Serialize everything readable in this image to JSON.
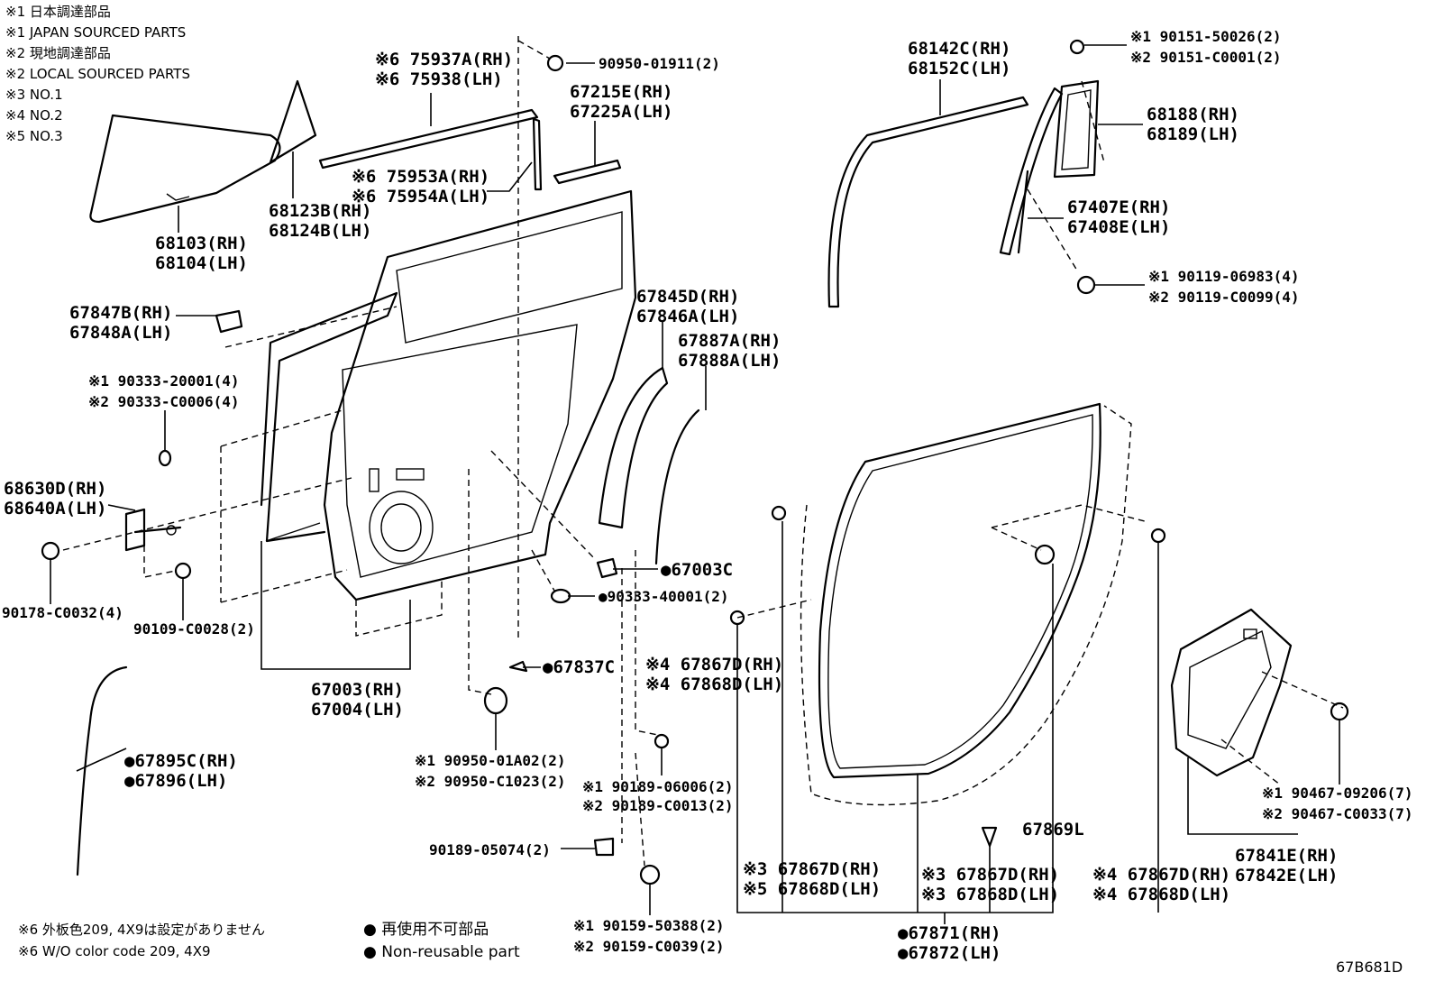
{
  "notes": [
    "※1 日本調達部品",
    "※1 JAPAN SOURCED PARTS",
    "※2 現地調達部品",
    "※2 LOCAL SOURCED PARTS",
    "※3 NO.1",
    "※4 NO.2",
    "※5 NO.3"
  ],
  "part_labels": {
    "p68103": [
      "68103(RH)",
      "68104(LH)"
    ],
    "p68123": [
      "68123B(RH)",
      "68124B(LH)"
    ],
    "p75937": [
      "※6 75937A(RH)",
      "※6 75938(LH)"
    ],
    "p75953": [
      "※6 75953A(RH)",
      "※6 75954A(LH)"
    ],
    "p90950a": [
      "90950-01911(2)"
    ],
    "p67215": [
      "67215E(RH)",
      "67225A(LH)"
    ],
    "p67847": [
      "67847B(RH)",
      "67848A(LH)"
    ],
    "p90333": [
      "※1 90333-20001(4)",
      "※2 90333-C0006(4)"
    ],
    "p68630": [
      "68630D(RH)",
      "68640A(LH)"
    ],
    "p90178": [
      "90178-C0032(4)"
    ],
    "p90109": [
      "90109-C0028(2)"
    ],
    "p67003": [
      "67003(RH)",
      "67004(LH)"
    ],
    "p67895": [
      "●67895C(RH)",
      "●67896(LH)"
    ],
    "p67845": [
      "67845D(RH)",
      "67846A(LH)"
    ],
    "p67887": [
      "67887A(RH)",
      "67888A(LH)"
    ],
    "p67003c": [
      "●67003C"
    ],
    "p90333b": [
      "●90333-40001(2)"
    ],
    "p67837": [
      "●67837C"
    ],
    "p67867a": [
      "※4 67867D(RH)",
      "※4 67868D(LH)"
    ],
    "p90950b": [
      "※1 90950-01A02(2)",
      "※2 90950-C1023(2)"
    ],
    "p90189a": [
      "※1 90189-06006(2)",
      "※2 90189-C0013(2)"
    ],
    "p90189b": [
      "90189-05074(2)"
    ],
    "p90159": [
      "※1 90159-50388(2)",
      "※2 90159-C0039(2)"
    ],
    "p68142": [
      "68142C(RH)",
      "68152C(LH)"
    ],
    "p90151": [
      "※1 90151-50026(2)",
      "※2 90151-C0001(2)"
    ],
    "p68188": [
      "68188(RH)",
      "68189(LH)"
    ],
    "p67407": [
      "67407E(RH)",
      "67408E(LH)"
    ],
    "p90119": [
      "※1 90119-06983(4)",
      "※2 90119-C0099(4)"
    ],
    "p67869": [
      "67869L"
    ],
    "p67867b": [
      "※3 67867D(RH)",
      "※5 67868D(LH)"
    ],
    "p67867c": [
      "※3 67867D(RH)",
      "※3 67868D(LH)"
    ],
    "p67867d": [
      "※4 67867D(RH)",
      "※4 67868D(LH)"
    ],
    "p67871": [
      "●67871(RH)",
      "●67872(LH)"
    ],
    "p90467": [
      "※1 90467-09206(7)",
      "※2 90467-C0033(7)"
    ],
    "p67841": [
      "67841E(RH)",
      "67842E(LH)"
    ]
  },
  "footnote": [
    "※6 外板色209, 4X9は設定がありません",
    "※6 W/O color code 209, 4X9"
  ],
  "legend": [
    "● 再使用不可部品",
    "● Non-reusable part"
  ],
  "diagram_code": "67B681D"
}
